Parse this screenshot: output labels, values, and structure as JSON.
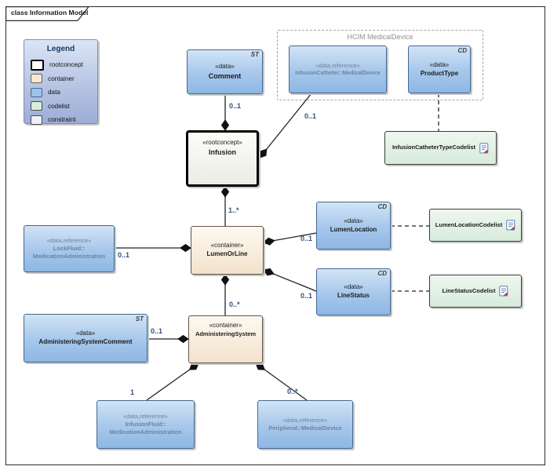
{
  "frame": {
    "tab": "class Information Model"
  },
  "legend": {
    "title": "Legend",
    "items": [
      {
        "label": "rootconcept"
      },
      {
        "label": "container"
      },
      {
        "label": "data"
      },
      {
        "label": "codelist"
      },
      {
        "label": "constraint"
      }
    ]
  },
  "groups": {
    "hcim": {
      "title": "HCIM MedicalDevice"
    }
  },
  "nodes": {
    "comment": {
      "stereotype": "«data»",
      "name": "Comment",
      "tag": "ST"
    },
    "infusion_catheter": {
      "stereotype": "«data,reference»",
      "name": "InfusionCatheter::MedicalDevice"
    },
    "product_type": {
      "stereotype": "«data»",
      "name": "ProductType",
      "tag": "CD"
    },
    "infusion": {
      "stereotype": "«rootconcept»",
      "name": "Infusion"
    },
    "infusion_catheter_type_codelist": {
      "name": "InfusionCatheterTypeCodelist"
    },
    "lock_fluid": {
      "stereotype": "«data,reference»",
      "name_line1": "LockFluid::",
      "name_line2": "MedicationAdministration"
    },
    "lumen_or_line": {
      "stereotype": "«container»",
      "name": "LumenOrLine"
    },
    "lumen_location": {
      "stereotype": "«data»",
      "name": "LumenLocation",
      "tag": "CD"
    },
    "line_status": {
      "stereotype": "«data»",
      "name": "LineStatus",
      "tag": "CD"
    },
    "lumen_location_codelist": {
      "name": "LumenLocationCodelist"
    },
    "line_status_codelist": {
      "name": "LineStatusCodelist"
    },
    "administering_system_comment": {
      "stereotype": "«data»",
      "name": "AdministeringSystemComment",
      "tag": "ST"
    },
    "administering_system": {
      "stereotype": "«container»",
      "name": "AdministeringSystem"
    },
    "infusion_fluid": {
      "stereotype": "«data,reference»",
      "name_line1": "InfusionFluid::",
      "name_line2": "MedicationAdministration"
    },
    "peripheral": {
      "stereotype": "«data,reference»",
      "name": "Peripheral::MedicalDevice"
    }
  },
  "multiplicities": {
    "comment_infusion": "0..1",
    "catheter_infusion": "0..1",
    "infusion_lumen": "1..*",
    "lockfluid_lumen": "0..1",
    "lumen_location": "0..1",
    "line_status": "0..1",
    "lumen_adminsystem": "0..*",
    "admincomment_adminsystem": "0..1",
    "adminsystem_infusionfluid": "1",
    "adminsystem_peripheral": "0..*"
  },
  "colors": {
    "data_fill": "#9cc3ea",
    "data_border": "#44688e",
    "container_fill": "#f6e7d1",
    "codelist_fill": "#d9ecdc",
    "rootconcept_fill": "#fdfdfb",
    "constraint_fill": "#edeffb",
    "legend_fill": "#b7c4e3",
    "reference_text": "#6f8299",
    "multiplicity_text": "#33517e"
  }
}
